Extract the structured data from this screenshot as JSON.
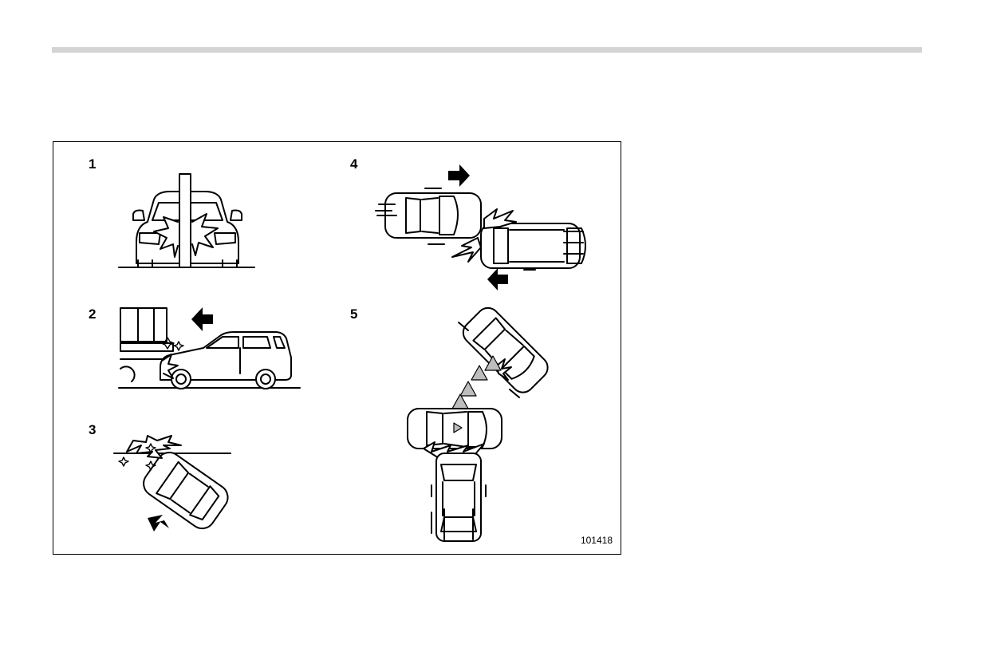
{
  "figure": {
    "scenarios": [
      {
        "label": "1",
        "icon": "pole-collision-icon"
      },
      {
        "label": "2",
        "icon": "underride-collision-icon"
      },
      {
        "label": "3",
        "icon": "angled-wall-collision-icon"
      },
      {
        "label": "4",
        "icon": "offset-frontal-collision-icon"
      },
      {
        "label": "5",
        "icon": "chain-collision-icon"
      }
    ],
    "code": "101418"
  }
}
